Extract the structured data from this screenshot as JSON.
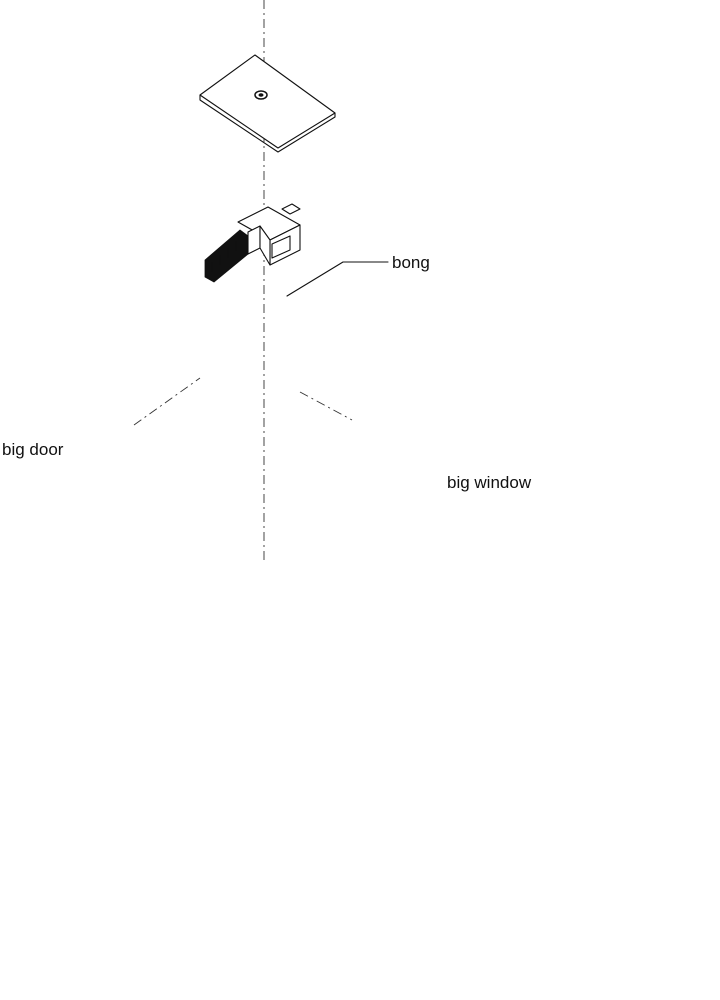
{
  "labels": {
    "bong": "bong",
    "big_door": "big door",
    "big_window": "big window"
  },
  "colors": {
    "ink": "#111111",
    "paper": "#ffffff",
    "hill_dark": "#2a2a2a"
  }
}
